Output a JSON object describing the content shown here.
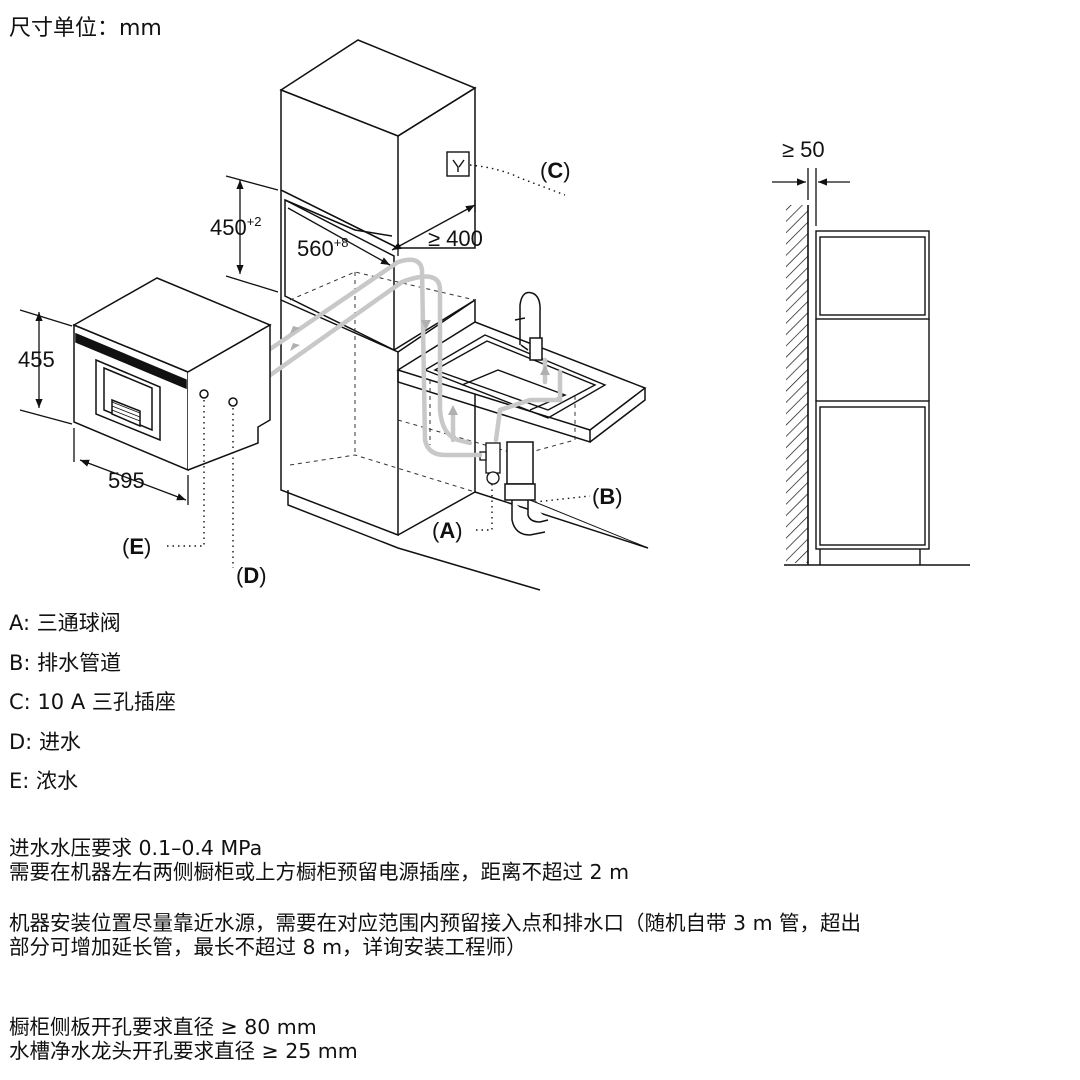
{
  "unit_label": "尺寸单位：mm",
  "dimensions": {
    "niche_height": "450",
    "niche_height_tol": "+2",
    "niche_width": "560",
    "niche_width_tol": "+8",
    "niche_depth": "≥ 400",
    "appliance_height": "455",
    "appliance_width": "595",
    "wall_gap": "≥ 50"
  },
  "callouts": {
    "A": "A",
    "B": "B",
    "C": "C",
    "D": "D",
    "E": "E"
  },
  "legend": [
    {
      "key": "A:",
      "text": "三通球阀"
    },
    {
      "key": "B:",
      "text": "排水管道"
    },
    {
      "key": "C:",
      "text": "10 A 三孔插座"
    },
    {
      "key": "D:",
      "text": "进水"
    },
    {
      "key": "E:",
      "text": "浓水"
    }
  ],
  "notes": {
    "water_pressure": "进水水压要求 0.1–0.4 MPa",
    "power_socket": "需要在机器左右两侧橱柜或上方橱柜预留电源插座，距离不超过 2 m",
    "install_line1": "机器安装位置尽量靠近水源，需要在对应范围内预留接入点和排水口（随机自带 3 m 管，超出",
    "install_line2": "部分可增加延长管，最长不超过 8 m，详询安装工程师）",
    "cabinet_hole": "橱柜侧板开孔要求直径 ≥ 80 mm",
    "faucet_hole": "水槽净水龙头开孔要求直径 ≥ 25 mm"
  },
  "colors": {
    "line": "#111111",
    "pipe": "#c8c8c8",
    "hidden": "#333333"
  }
}
